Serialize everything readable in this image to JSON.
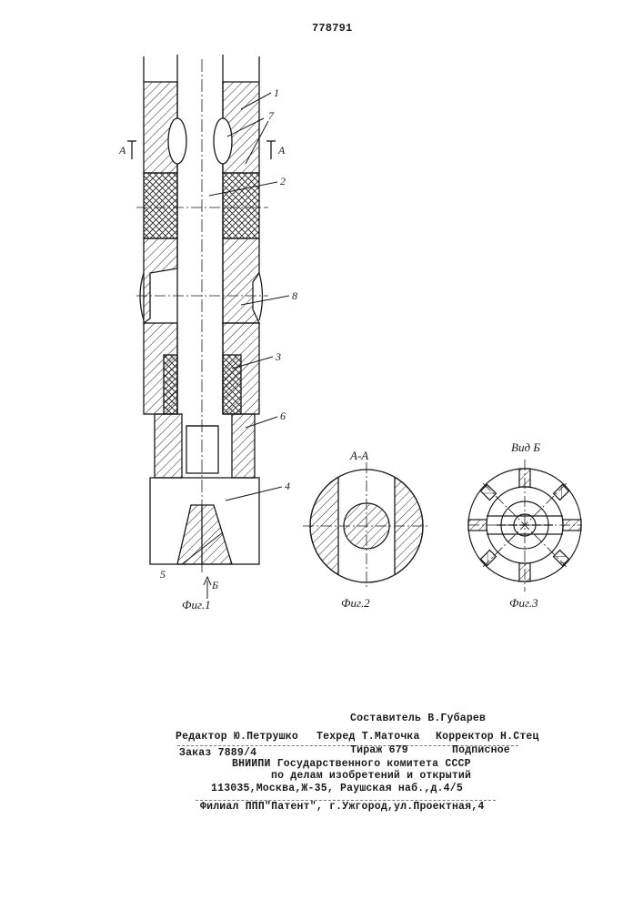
{
  "patent_number": "778791",
  "figures": {
    "fig1": {
      "caption": "Фиг.1",
      "section_mark": "А",
      "view_mark": "Б",
      "callouts": [
        "1",
        "7",
        "2",
        "8",
        "3",
        "6",
        "4",
        "5"
      ]
    },
    "fig2": {
      "title": "А-А",
      "caption": "Фиг.2"
    },
    "fig3": {
      "title": "Вид Б",
      "caption": "Фиг.3"
    }
  },
  "imprint": {
    "compiler": "Составитель В.Губарев",
    "editor": "Редактор Ю.Петрушко",
    "techred": "Техред Т.Маточка",
    "corrector": "Корректор Н.Стец",
    "order": "Заказ 7889/4",
    "circulation": "Тираж 679",
    "subscription": "Подписное",
    "org_line1": "ВНИИПИ Государственного комитета СССР",
    "org_line2": "по делам изобретений и открытий",
    "address": "113035,Москва,Ж-35, Раушская наб.,д.4/5",
    "branch": "Филиал ППП\"Патент\", г.Ужгород,ул.Проектная,4"
  }
}
